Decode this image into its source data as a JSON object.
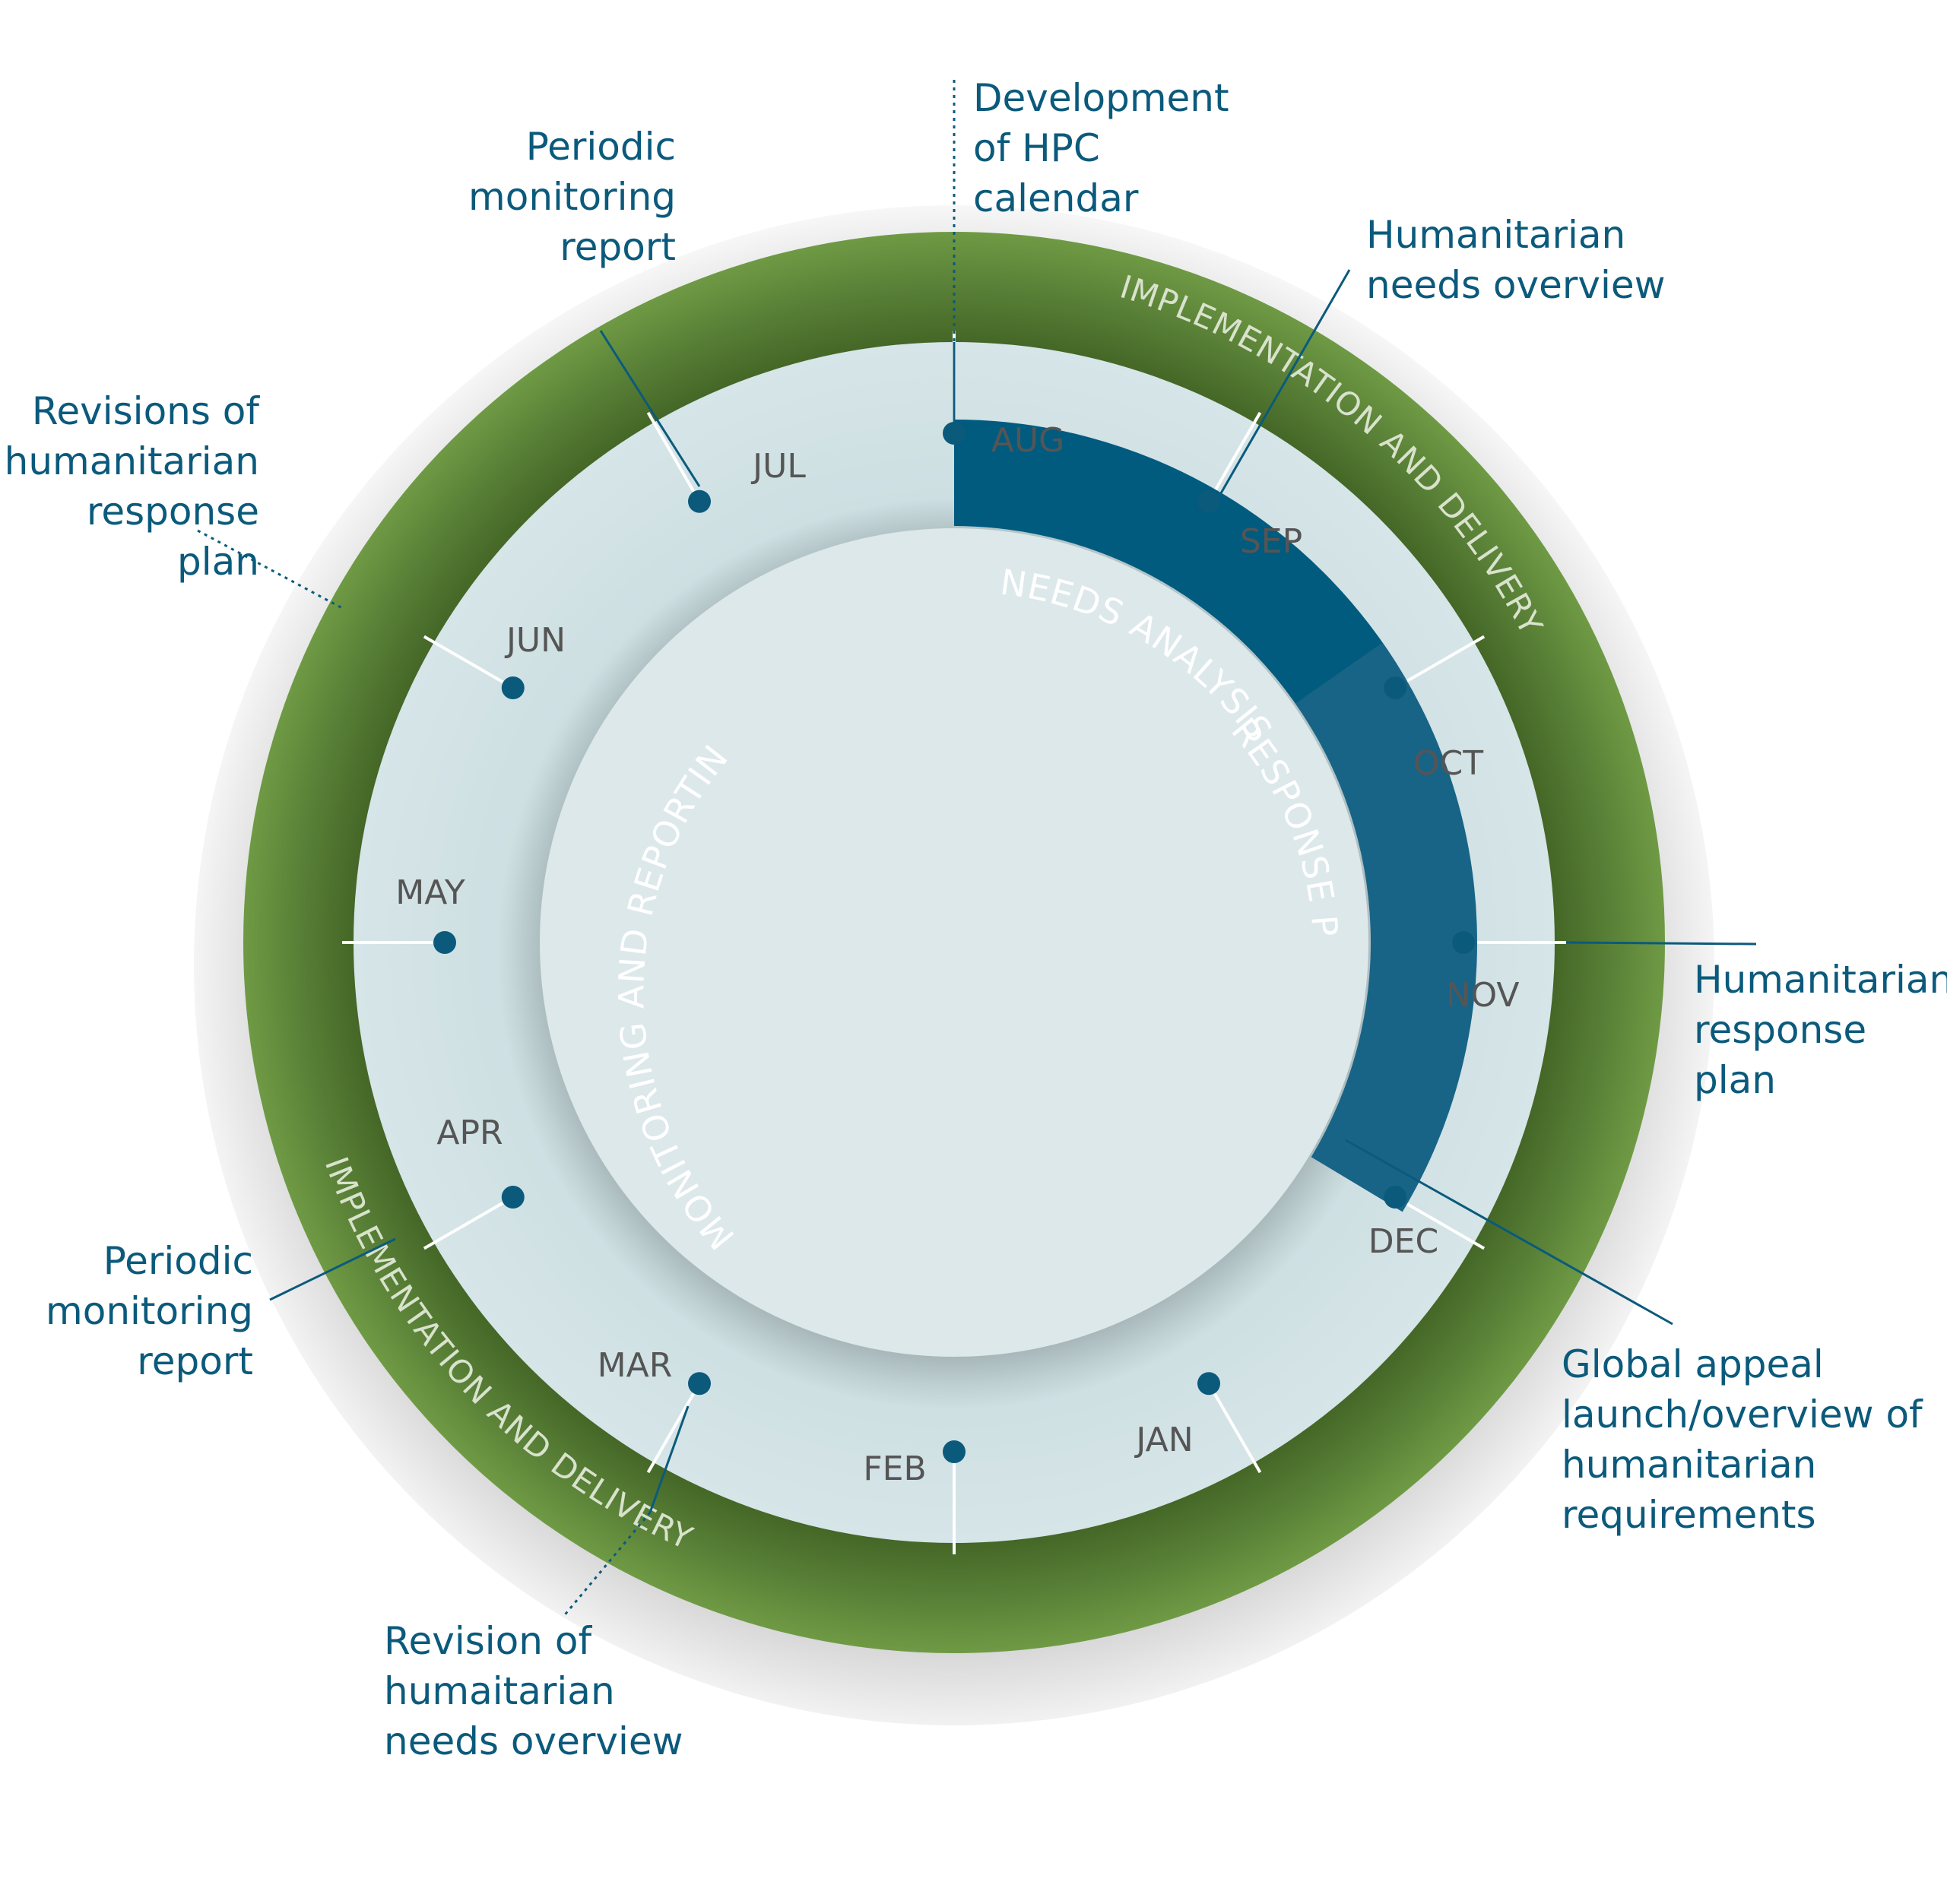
{
  "diagram": {
    "title": "",
    "outer_ring_label": "IMPLEMENTATION AND DELIVERY",
    "inner_ring_segments": [
      {
        "label": "NEEDS ANALYSIS",
        "color": "#005b7f"
      },
      {
        "label": "RESPONSE PLAN",
        "color": "#186487"
      },
      {
        "label": "MONITORING AND REPORTING",
        "color": "#517898"
      }
    ],
    "months": [
      "AUG",
      "SEP",
      "OCT",
      "NOV",
      "DEC",
      "JAN",
      "FEB",
      "MAR",
      "APR",
      "MAY",
      "JUN",
      "JUL"
    ],
    "milestones": {
      "development_hpc_calendar": "Development\nof HPC\ncalendar",
      "humanitarian_needs_overview": "Humanitarian\nneeds overview",
      "humanitarian_response_plan": "Humanitarian\nresponse\nplan",
      "global_appeal": "Global appeal\nlaunch/overview of\nhumanitarian\nrequirements",
      "revision_hno": "Revision of\nhumaitarian\nneeds overview",
      "periodic_monitoring_apr": "Periodic\nmonitoring\nreport",
      "revisions_hrp": "Revisions of\nhumanitarian\nresponse plan",
      "periodic_monitoring_jul": "Periodic\nmonitoring\nreport"
    },
    "colors": {
      "outer_ring": "#5f8a3c",
      "month_band": "#cfe0e3",
      "center": "#dde8ea",
      "accent_text": "#0b5a7c",
      "dot": "#0b5a7c",
      "month_text": "#555555"
    }
  }
}
